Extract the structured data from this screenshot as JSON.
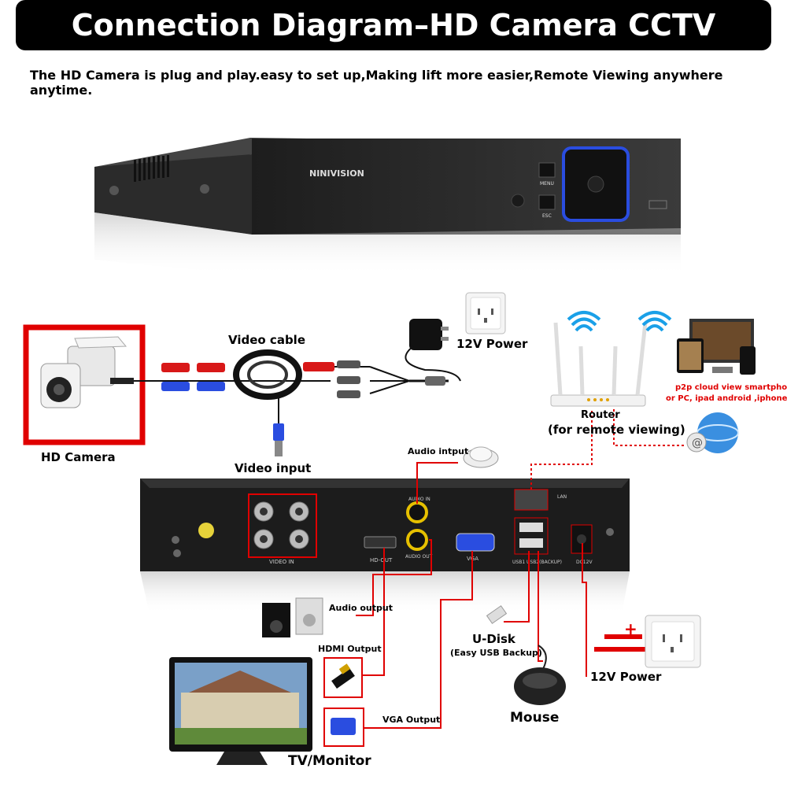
{
  "header": {
    "title": "Connection Diagram–HD Camera CCTV System",
    "subtitle": "The HD Camera is plug and play.easy to set up,Making lift more easier,Remote Viewing anywhere anytime."
  },
  "dvr": {
    "brand": "NINIVISION",
    "menu_label": "MENU",
    "esc_label": "ESC",
    "video_in_label": "VIDEO IN",
    "hdout_label": "HD-OUT",
    "vga_label": "VGA",
    "audio_in_label": "AUDIO IN",
    "audio_out_label": "AUDIO OUT",
    "usb_label": "USB1  USB2(BACKUP)",
    "lan_label": "LAN",
    "dc_label": "DC12V"
  },
  "labels": {
    "hd_camera": "HD Camera",
    "video_cable": "Video cable",
    "video_input": "Video input",
    "power_12v_top": "12V Power",
    "router": "Router",
    "router_sub": "(for remote viewing)",
    "p2p_line1": "p2p cloud  view smartphone",
    "p2p_line2": "or PC, ipad android ,iphone.",
    "audio_input": "Audio intput",
    "audio_output": "Audio output",
    "hdmi_output": "HDMI Output",
    "vga_output": "VGA Output",
    "udisk": "U-Disk",
    "udisk_sub": "(Easy USB Backup)",
    "mouse": "Mouse",
    "power_12v_bottom": "12V Power",
    "tv_monitor": "TV/Monitor"
  },
  "colors": {
    "banner_bg": "#000000",
    "accent_red": "#e00000",
    "dvr_body": "#2a2a2a",
    "blue_accent": "#2a4de0"
  },
  "icons": [
    "camera-icon",
    "cable-reel-icon",
    "power-adapter-icon",
    "wall-socket-icon",
    "wifi-icon",
    "router-icon",
    "devices-icon",
    "internet-globe-icon",
    "microphone-icon",
    "speaker-icon",
    "hdmi-plug-icon",
    "vga-plug-icon",
    "usb-disk-icon",
    "mouse-icon",
    "battery-symbol-icon",
    "monitor-icon"
  ]
}
